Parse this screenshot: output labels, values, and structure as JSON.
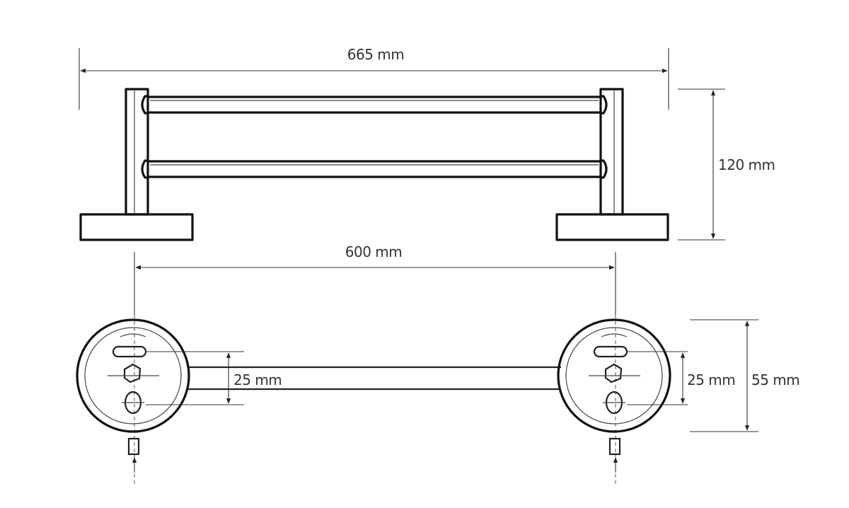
{
  "dimensions": {
    "overall_width": "665 mm",
    "height": "120 mm",
    "mount_spacing": "600 mm",
    "left_plate_hole_gap": "25 mm",
    "right_plate_hole_gap": "25 mm",
    "plate_diameter": "55 mm"
  },
  "line_color": "#111111",
  "background_color": "#ffffff"
}
